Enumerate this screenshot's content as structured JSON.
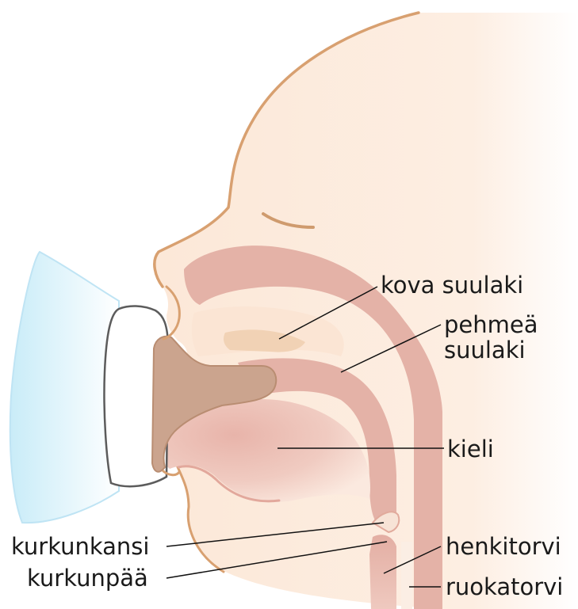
{
  "labels": {
    "hard_palate": "kova suulaki",
    "soft_palate_line1": "pehmeä",
    "soft_palate_line2": "suulaki",
    "tongue": "kieli",
    "epiglottis": "kurkunkansi",
    "larynx": "kurkunpää",
    "trachea": "henkitorvi",
    "esophagus": "ruokatorvi"
  },
  "colors": {
    "skin": "#fbe7d7",
    "outline": "#d9a06e",
    "airway_tissue": "#e4b0a6",
    "tongue": "#e5b2a8",
    "mouthpiece": "#cfa68e",
    "mask_glow": "#bfe6f6",
    "leader_line": "#111111"
  }
}
